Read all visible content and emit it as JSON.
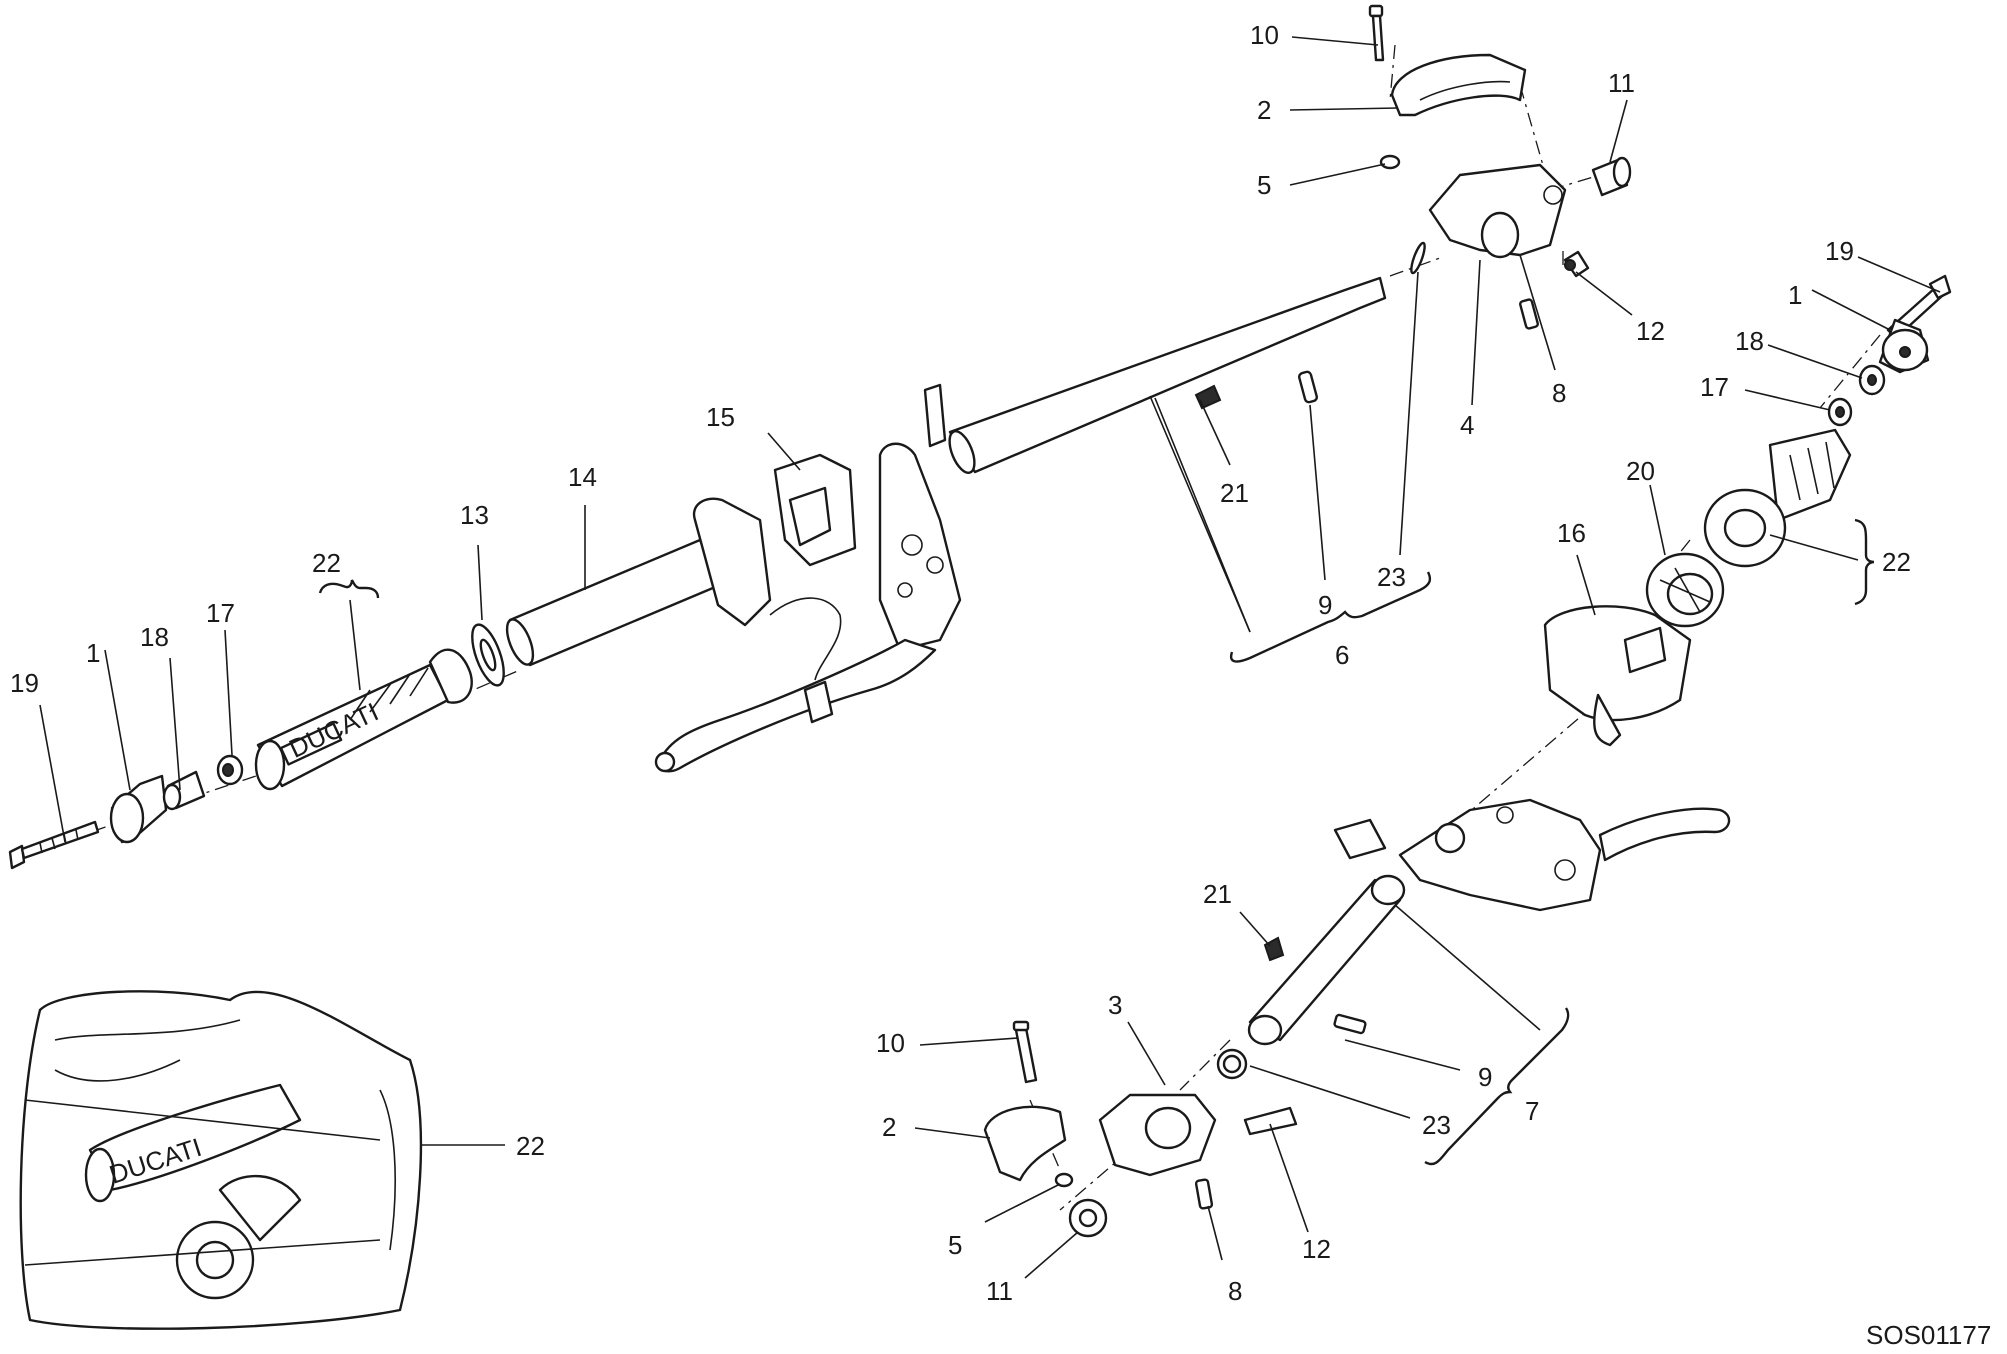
{
  "diagram_code": "SOS01177",
  "callouts": [
    {
      "id": "c10-top",
      "text": "10"
    },
    {
      "id": "c2-top",
      "text": "2"
    },
    {
      "id": "c5-top",
      "text": "5"
    },
    {
      "id": "c11-top",
      "text": "11"
    },
    {
      "id": "c12-top",
      "text": "12"
    },
    {
      "id": "c8-top",
      "text": "8"
    },
    {
      "id": "c4",
      "text": "4"
    },
    {
      "id": "c19-right",
      "text": "19"
    },
    {
      "id": "c1-right",
      "text": "1"
    },
    {
      "id": "c18-right",
      "text": "18"
    },
    {
      "id": "c17-right",
      "text": "17"
    },
    {
      "id": "c20",
      "text": "20"
    },
    {
      "id": "c16",
      "text": "16"
    },
    {
      "id": "c22-right",
      "text": "22"
    },
    {
      "id": "c21-top",
      "text": "21"
    },
    {
      "id": "c9-top",
      "text": "9"
    },
    {
      "id": "c23-top",
      "text": "23"
    },
    {
      "id": "c6",
      "text": "6"
    },
    {
      "id": "c15",
      "text": "15"
    },
    {
      "id": "c14",
      "text": "14"
    },
    {
      "id": "c13",
      "text": "13"
    },
    {
      "id": "c22-left",
      "text": "22"
    },
    {
      "id": "c17-left",
      "text": "17"
    },
    {
      "id": "c18-left",
      "text": "18"
    },
    {
      "id": "c1-left",
      "text": "1"
    },
    {
      "id": "c19-left",
      "text": "19"
    },
    {
      "id": "c22-inset",
      "text": "22"
    },
    {
      "id": "c21-bottom",
      "text": "21"
    },
    {
      "id": "c10-bottom",
      "text": "10"
    },
    {
      "id": "c3",
      "text": "3"
    },
    {
      "id": "c2-bottom",
      "text": "2"
    },
    {
      "id": "c5-bottom",
      "text": "5"
    },
    {
      "id": "c11-bottom",
      "text": "11"
    },
    {
      "id": "c8-bottom",
      "text": "8"
    },
    {
      "id": "c12-bottom",
      "text": "12"
    },
    {
      "id": "c9-bottom",
      "text": "9"
    },
    {
      "id": "c23-bottom",
      "text": "23"
    },
    {
      "id": "c7",
      "text": "7"
    }
  ],
  "grip_logo_text": "DUCATI"
}
